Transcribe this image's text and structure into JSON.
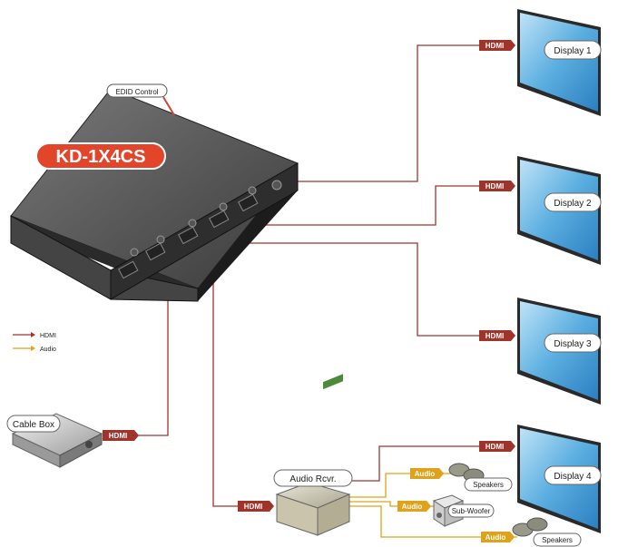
{
  "device": {
    "model": "KD-1X4CS",
    "edid_label": "EDID Control"
  },
  "sources": {
    "cable_box": "Cable Box"
  },
  "receiver": {
    "label": "Audio Rcvr."
  },
  "displays": [
    {
      "label": "Display 1"
    },
    {
      "label": "Display 2"
    },
    {
      "label": "Display 3"
    },
    {
      "label": "Display 4"
    }
  ],
  "speakers": {
    "left": "Speakers",
    "sub": "Sub-Woofer",
    "right": "Speakers"
  },
  "signal_tags": {
    "hdmi": "HDMI",
    "audio": "Audio"
  },
  "legend": {
    "hdmi": "HDMI",
    "audio": "Audio"
  },
  "colors": {
    "hdmi": "#a0342b",
    "audio": "#e0a21a",
    "model_badge": "#e2452a",
    "screen": "#4a9fd9"
  }
}
